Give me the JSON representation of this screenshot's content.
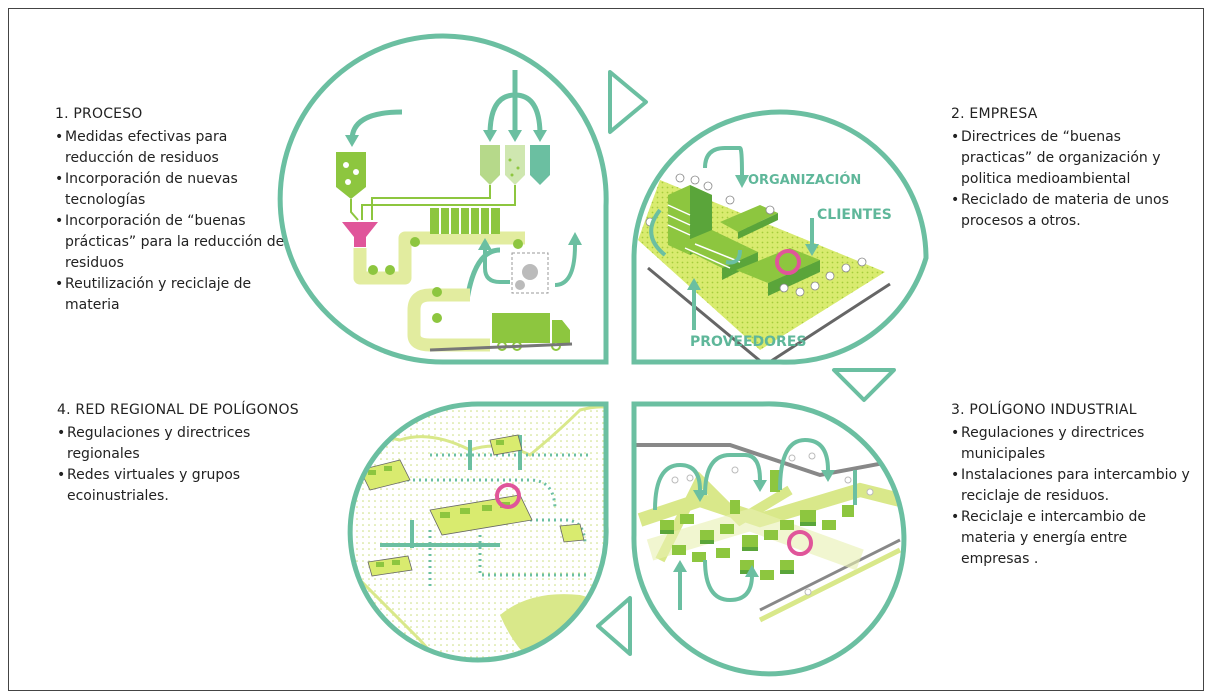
{
  "colors": {
    "teal": "#6bbfa1",
    "lime": "#a6cc3c",
    "pale_lime": "#e2ec9f",
    "magenta": "#e0559a",
    "green": "#8dc63f"
  },
  "sections": [
    {
      "title": "1. PROCESO",
      "bullets": [
        "Medidas efectivas para reducción de residuos",
        "Incorporación de nuevas tecnologías",
        "Incorporación de “buenas prácticas” para la reducción de residuos",
        "Reutilización y reciclaje de materia"
      ]
    },
    {
      "title": "2. EMPRESA",
      "bullets": [
        "Directrices de “buenas practicas” de organización y politica medioambiental",
        "Reciclado de materia de unos procesos a otros."
      ]
    },
    {
      "title": "3. POLÍGONO INDUSTRIAL",
      "bullets": [
        "Regulaciones y directrices municipales",
        "Instalaciones para intercambio y reciclaje de residuos.",
        "Reciclaje e intercambio de materia y energía entre empresas ."
      ]
    },
    {
      "title": "4. RED REGIONAL DE POLÍGONOS",
      "bullets": [
        "Regulaciones y directrices regionales",
        "Redes virtuales y grupos ecoinustriales."
      ]
    }
  ],
  "empresa_labels": {
    "organizacion": "ORGANIZACIÓN",
    "clientes": "CLIENTES",
    "proveedores": "PROVEEDORES"
  }
}
